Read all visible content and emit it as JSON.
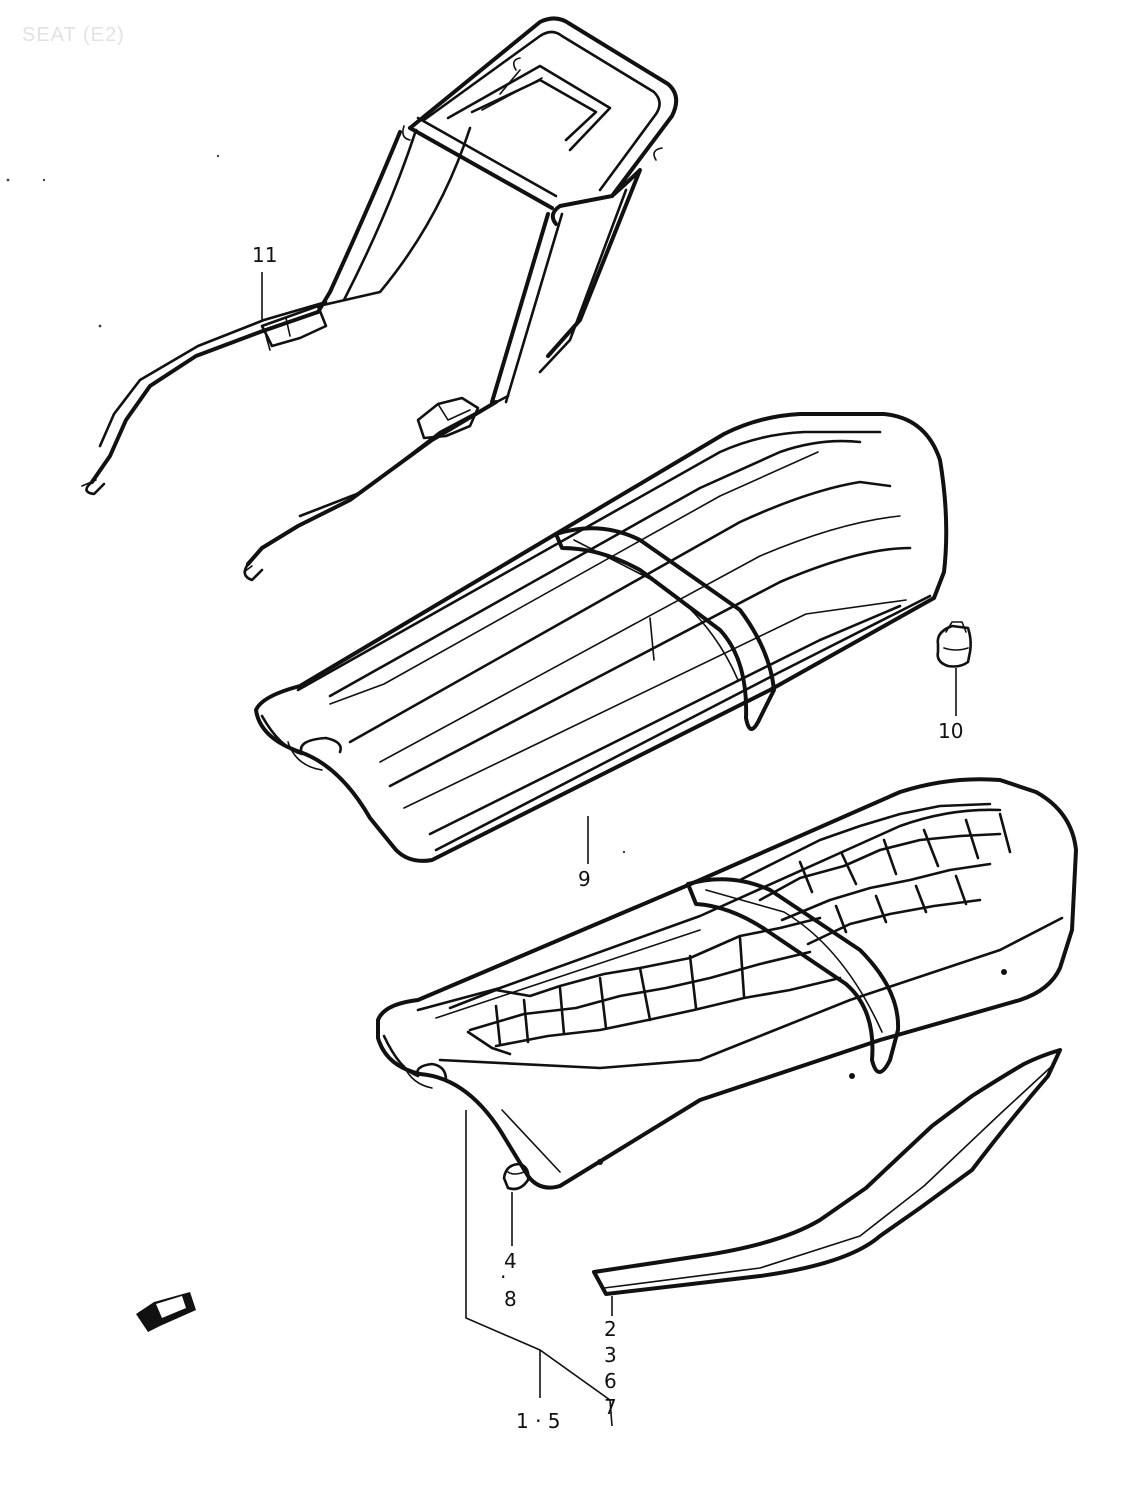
{
  "title": "SEAT (E2)",
  "callouts": {
    "rack": "11",
    "seat_cover": "9",
    "cap": "10",
    "seat_assy": "1 · 5",
    "seat_parts_a": "4",
    "seat_parts_b": "8",
    "trim_list": [
      "2",
      "3",
      "6",
      "7"
    ]
  },
  "icons": {
    "direction_arrow": "front-direction-arrow-icon"
  }
}
